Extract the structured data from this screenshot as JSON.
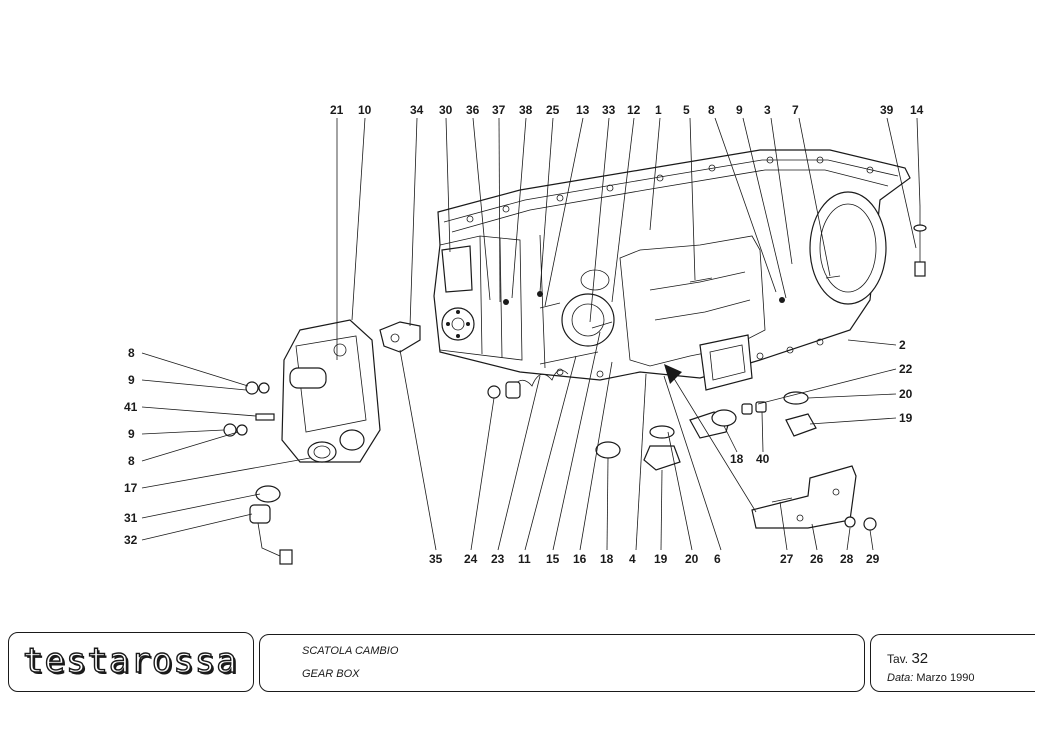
{
  "callouts_top": [
    "21",
    "10",
    "34",
    "30",
    "36",
    "37",
    "38",
    "25",
    "13",
    "33",
    "12",
    "1",
    "5",
    "8",
    "9",
    "3",
    "7",
    "39",
    "14"
  ],
  "callouts_bottom": [
    "35",
    "24",
    "23",
    "11",
    "15",
    "16",
    "18",
    "4",
    "19",
    "20",
    "6",
    "27",
    "26",
    "28",
    "29"
  ],
  "callouts_left": [
    "8",
    "9",
    "41",
    "9",
    "8",
    "17",
    "31",
    "32"
  ],
  "callouts_right": [
    "2",
    "22",
    "20",
    "19",
    "18",
    "40"
  ],
  "title_block": {
    "logo": "testarossa",
    "subtitle_it": "SCATOLA CAMBIO",
    "subtitle_en": "GEAR BOX",
    "tav_label": "Tav.",
    "tav_number": "32",
    "date_label": "Data:",
    "date_value": "Marzo 1990"
  }
}
